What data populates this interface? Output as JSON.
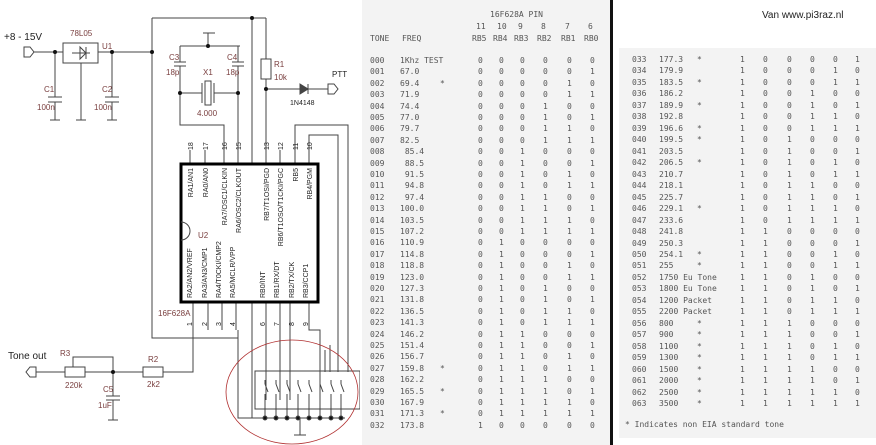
{
  "credit": "Van www.pi3raz.nl",
  "schematic": {
    "power_label": "+8 - 15V",
    "regulator": "78L05",
    "u1": "U1",
    "c1": "C1",
    "c1_val": "100n",
    "c2": "C2",
    "c2_val": "100n",
    "c3": "C3",
    "c3_val": "18p",
    "c4": "C4",
    "c4_val": "18p",
    "x1": "X1",
    "x1_val": "4.000",
    "r1": "R1",
    "r1_val": "10k",
    "diode": "1N4148",
    "ptt": "PTT",
    "chip": "16F628A",
    "u2": "U2",
    "tone_out": "Tone out",
    "r3": "R3",
    "r3_val": "220k",
    "r2": "R2",
    "r2_val": "2k2",
    "c5": "C5",
    "c5_val": "1uF",
    "top_pins": [
      {
        "num": "18",
        "name": "RA1/AN1"
      },
      {
        "num": "17",
        "name": "RA0/AN0"
      },
      {
        "num": "16",
        "name": "RA7/OSC1/CLKIN"
      },
      {
        "num": "15",
        "name": "RA6/OSC2/CLKOUT"
      },
      {
        "num": "13",
        "name": "RB7/T1OSI/PGD"
      },
      {
        "num": "12",
        "name": "RB6/T1OSO/T1CKI/PGC"
      },
      {
        "num": "11",
        "name": "RB5"
      },
      {
        "num": "10",
        "name": "RB4/PGM"
      }
    ],
    "bottom_pins": [
      {
        "num": "1",
        "name": "RA2/AN2/VREF"
      },
      {
        "num": "2",
        "name": "RA3/AN3/CMP1"
      },
      {
        "num": "3",
        "name": "RA4/T0CKI/CMP2"
      },
      {
        "num": "4",
        "name": "RA5/MCLR/VPP"
      },
      {
        "num": "6",
        "name": "RB0/INT"
      },
      {
        "num": "7",
        "name": "RB1/RX/DT"
      },
      {
        "num": "8",
        "name": "RB2/TX/CK"
      },
      {
        "num": "9",
        "name": "RB3/CCP1"
      }
    ]
  },
  "table": {
    "title": "16F628A PIN",
    "col_tone": "TONE",
    "col_freq": "FREQ",
    "pin_numbers": [
      "11",
      "10",
      "9",
      "8",
      "7",
      "6"
    ],
    "pin_names": [
      "RB5",
      "RB4",
      "RB3",
      "RB2",
      "RB1",
      "RB0"
    ],
    "left_rows": [
      [
        "000",
        "1Khz TEST",
        "",
        "000000"
      ],
      [
        "001",
        "67.0",
        "",
        "000001"
      ],
      [
        "002",
        "69.4",
        "*",
        "000010"
      ],
      [
        "003",
        "71.9",
        "",
        "000011"
      ],
      [
        "004",
        "74.4",
        "",
        "000100"
      ],
      [
        "005",
        "77.0",
        "",
        "000101"
      ],
      [
        "006",
        "79.7",
        "",
        "000110"
      ],
      [
        "007",
        "82.5",
        "",
        "000111"
      ],
      [
        "008",
        " 85.4",
        "",
        "001000"
      ],
      [
        "009",
        " 88.5",
        "",
        "001001"
      ],
      [
        "010",
        " 91.5",
        "",
        "001010"
      ],
      [
        "011",
        " 94.8",
        "",
        "001011"
      ],
      [
        "012",
        " 97.4",
        "",
        "001100"
      ],
      [
        "013",
        "100.0",
        "",
        "001101"
      ],
      [
        "014",
        "103.5",
        "",
        "001110"
      ],
      [
        "015",
        "107.2",
        "",
        "001111"
      ],
      [
        "016",
        "110.9",
        "",
        "010000"
      ],
      [
        "017",
        "114.8",
        "",
        "010001"
      ],
      [
        "018",
        "118.8",
        "",
        "010010"
      ],
      [
        "019",
        "123.0",
        "",
        "010011"
      ],
      [
        "020",
        "127.3",
        "",
        "010100"
      ],
      [
        "021",
        "131.8",
        "",
        "010101"
      ],
      [
        "022",
        "136.5",
        "",
        "010110"
      ],
      [
        "023",
        "141.3",
        "",
        "010111"
      ],
      [
        "024",
        "146.2",
        "",
        "011000"
      ],
      [
        "025",
        "151.4",
        "",
        "011001"
      ],
      [
        "026",
        "156.7",
        "",
        "011010"
      ],
      [
        "027",
        "159.8",
        "*",
        "011011"
      ],
      [
        "028",
        "162.2",
        "",
        "011100"
      ],
      [
        "029",
        "165.5",
        "*",
        "011101"
      ],
      [
        "030",
        "167.9",
        "",
        "011110"
      ],
      [
        "031",
        "171.3",
        "*",
        "011111"
      ],
      [
        "032",
        "173.8",
        "",
        "100000"
      ]
    ],
    "right_rows": [
      [
        "033",
        "177.3",
        "*",
        "100001"
      ],
      [
        "034",
        "179.9",
        "",
        "100010"
      ],
      [
        "035",
        "183.5",
        "*",
        "100011"
      ],
      [
        "036",
        "186.2",
        "",
        "100100"
      ],
      [
        "037",
        "189.9",
        "*",
        "100101"
      ],
      [
        "038",
        "192.8",
        "",
        "100110"
      ],
      [
        "039",
        "196.6",
        "*",
        "100111"
      ],
      [
        "040",
        "199.5",
        "*",
        "101000"
      ],
      [
        "041",
        "203.5",
        "",
        "101001"
      ],
      [
        "042",
        "206.5",
        "*",
        "101010"
      ],
      [
        "043",
        "210.7",
        "",
        "101011"
      ],
      [
        "044",
        "218.1",
        "",
        "101100"
      ],
      [
        "045",
        "225.7",
        "",
        "101101"
      ],
      [
        "046",
        "229.1",
        "*",
        "101110"
      ],
      [
        "047",
        "233.6",
        "",
        "101111"
      ],
      [
        "048",
        "241.8",
        "",
        "110000"
      ],
      [
        "049",
        "250.3",
        "",
        "110001"
      ],
      [
        "050",
        "254.1",
        "*",
        "110010"
      ],
      [
        "051",
        "255",
        "*",
        "110011"
      ],
      [
        "052",
        "1750 Eu Tone",
        "",
        "110100"
      ],
      [
        "053",
        "1800 Eu Tone",
        "",
        "110101"
      ],
      [
        "054",
        "1200 Packet",
        "",
        "110110"
      ],
      [
        "055",
        "2200 Packet",
        "",
        "110111"
      ],
      [
        "056",
        "800",
        "*",
        "111000"
      ],
      [
        "057",
        "900",
        "*",
        "111001"
      ],
      [
        "058",
        "1100",
        "*",
        "111010"
      ],
      [
        "059",
        "1300",
        "*",
        "111011"
      ],
      [
        "060",
        "1500",
        "*",
        "111100"
      ],
      [
        "061",
        "2000",
        "*",
        "111101"
      ],
      [
        "062",
        "2500",
        "*",
        "111110"
      ],
      [
        "063",
        "3500",
        "*",
        "111111"
      ]
    ],
    "footnote": "* Indicates non EIA standard tone"
  }
}
